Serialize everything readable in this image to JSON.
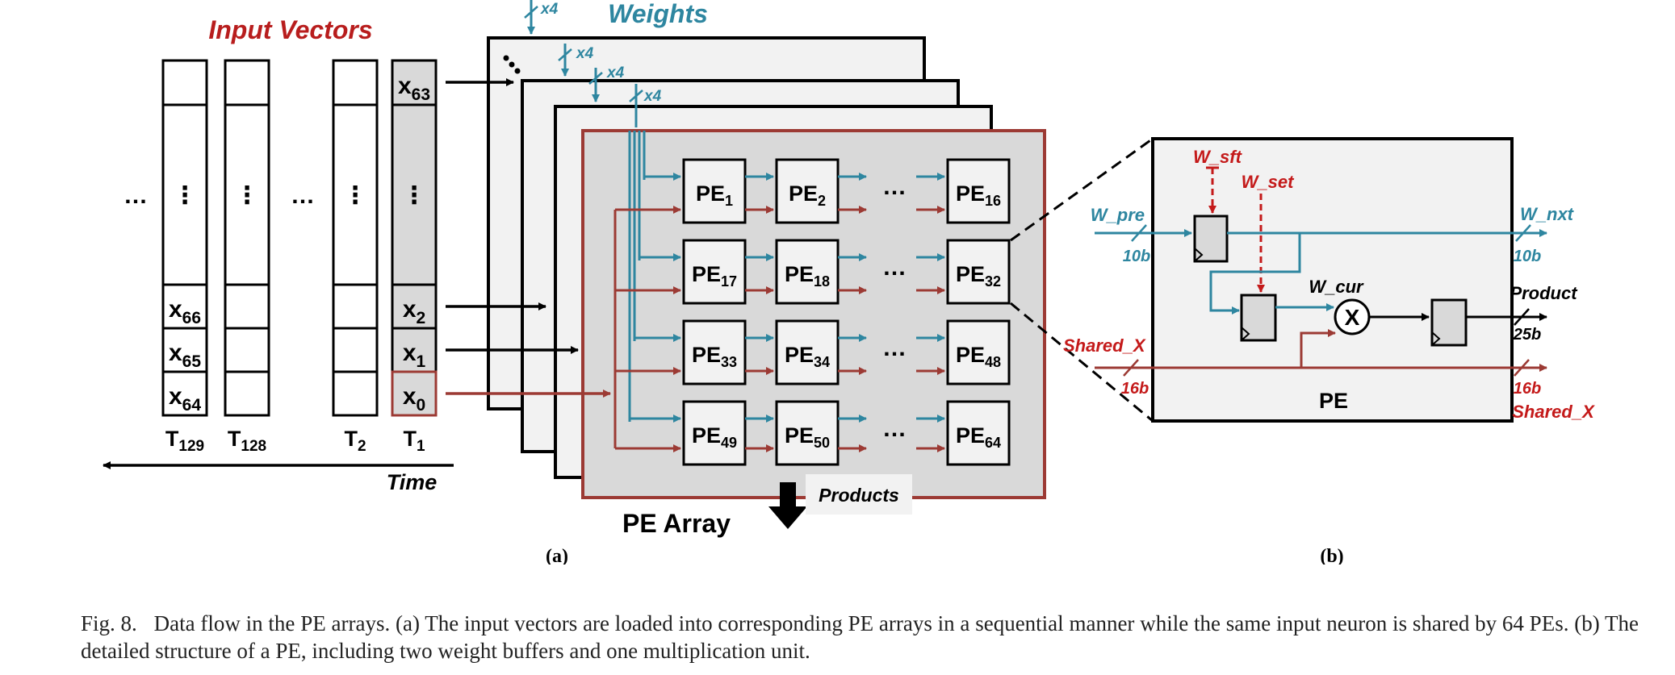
{
  "panel_a": {
    "input_vectors_title": "Input Vectors",
    "weights_title": "Weights",
    "bus_x4": "x4",
    "ellipsis": "…",
    "vdots": "⋮",
    "columns": [
      {
        "label_main": "T",
        "label_sub": "129",
        "entries": [
          {
            "main": "x",
            "sub": "66"
          },
          {
            "main": "x",
            "sub": "65"
          },
          {
            "main": "x",
            "sub": "64"
          }
        ]
      },
      {
        "label_main": "T",
        "label_sub": "128"
      },
      {
        "label_main": "T",
        "label_sub": "2"
      },
      {
        "label_main": "T",
        "label_sub": "1",
        "entries": [
          {
            "main": "x",
            "sub": "63"
          },
          {
            "main": "x",
            "sub": "2"
          },
          {
            "main": "x",
            "sub": "1"
          },
          {
            "main": "x",
            "sub": "0"
          }
        ]
      }
    ],
    "time_label": "Time",
    "pe_array_label": "PE Array",
    "products_label": "Products",
    "pe_rows": [
      [
        {
          "main": "PE",
          "sub": "1"
        },
        {
          "main": "PE",
          "sub": "2"
        },
        {
          "main": "PE",
          "sub": "16"
        }
      ],
      [
        {
          "main": "PE",
          "sub": "17"
        },
        {
          "main": "PE",
          "sub": "18"
        },
        {
          "main": "PE",
          "sub": "32"
        }
      ],
      [
        {
          "main": "PE",
          "sub": "33"
        },
        {
          "main": "PE",
          "sub": "34"
        },
        {
          "main": "PE",
          "sub": "48"
        }
      ],
      [
        {
          "main": "PE",
          "sub": "49"
        },
        {
          "main": "PE",
          "sub": "50"
        },
        {
          "main": "PE",
          "sub": "64"
        }
      ]
    ],
    "sublabel": "(a)"
  },
  "panel_b": {
    "w_sft": "W_sft",
    "w_set": "W_set",
    "w_pre": "W_pre",
    "w_pre_bits": "10b",
    "w_nxt": "W_nxt",
    "w_nxt_bits": "10b",
    "w_cur": "W_cur",
    "mult_symbol": "X",
    "product": "Product",
    "product_bits": "25b",
    "shared_x_in": "Shared_X",
    "shared_x_in_bits": "16b",
    "shared_x_out": "Shared_X",
    "shared_x_out_bits": "16b",
    "pe_label": "PE",
    "sublabel": "(b)"
  },
  "colors": {
    "weight_blue": "#2e86a0",
    "input_red": "#9c3a34",
    "control_red": "#c41a1a",
    "title_red": "#b81d1d",
    "pe_fill": "#d9d9d9",
    "column_fill": "#d9d9d9",
    "layer_fill": "#f2f2f2"
  },
  "caption": {
    "fig_label": "Fig. 8.",
    "text": "Data flow in the PE arrays. (a) The input vectors are loaded into corresponding PE arrays in a sequential manner while the same input neuron is shared by 64 PEs. (b) The detailed structure of a PE, including two weight buffers and one multiplication unit."
  }
}
